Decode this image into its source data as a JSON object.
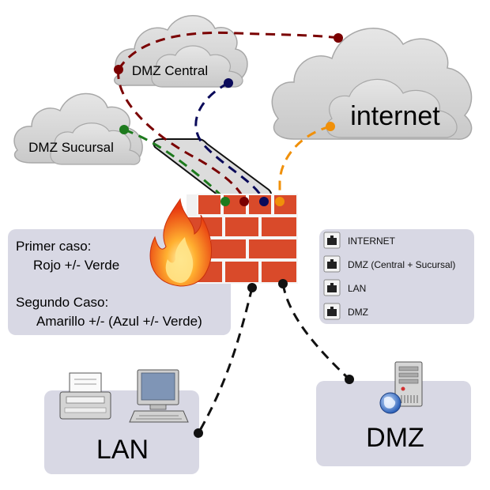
{
  "clouds": {
    "central": "DMZ Central",
    "sucursal": "DMZ Sucursal",
    "internet": "internet"
  },
  "cases": {
    "first_title": "Primer caso:",
    "first_rule": "Rojo +/- Verde",
    "second_title": "Segundo Caso:",
    "second_rule": "Amarillo +/- (Azul +/- Verde)"
  },
  "legend": [
    "INTERNET",
    "DMZ (Central + Sucursal)",
    "LAN",
    "DMZ"
  ],
  "zones": {
    "lan": "LAN",
    "dmz": "DMZ"
  },
  "colors": {
    "red_link": "#7a0000",
    "blue_link": "#0a0a5a",
    "green_link": "#1d7a1d",
    "orange_link": "#f0900a",
    "black_link": "#111111",
    "panel_bg": "#d8d8e4",
    "cloud_fill": "#d9d9d9",
    "brick": "#d94a2a"
  }
}
